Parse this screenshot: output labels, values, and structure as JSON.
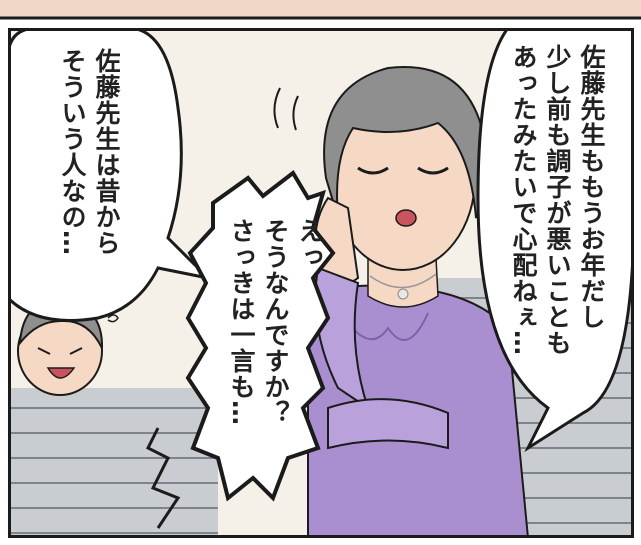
{
  "panel": {
    "bubble_right": {
      "lines": [
        "佐藤先生ももうお年だし",
        "少し前も調子が悪いことも",
        "あったみたいで心配ねぇ…"
      ]
    },
    "bubble_left": {
      "lines": [
        "佐藤先生は昔から",
        "そういう人なの…"
      ]
    },
    "shout_bubble": {
      "lines": [
        "えっ",
        "そうなんですか？",
        "さっきは一言も…"
      ]
    }
  },
  "colors": {
    "background": "#f7f3ea",
    "shutter_gray": "#9aa0a6",
    "dress_purple": "#a98fd0",
    "hair_gray": "#8f8f8f",
    "skin": "#f6d9c4",
    "ink": "#1b1b1b"
  }
}
